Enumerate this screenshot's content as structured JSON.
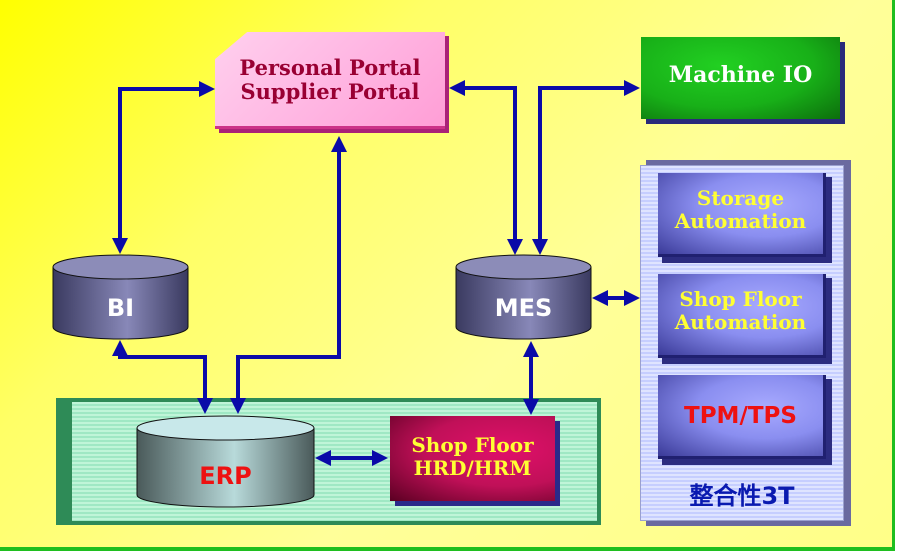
{
  "diagram": {
    "portal": {
      "line1": "Personal Portal",
      "line2": "Supplier Portal"
    },
    "machine_io": {
      "label": "Machine IO"
    },
    "bi": {
      "label": "BI"
    },
    "mes": {
      "label": "MES"
    },
    "erp": {
      "label": "ERP"
    },
    "shop_floor_hrd": {
      "line1": "Shop Floor",
      "line2": "HRD/HRM"
    },
    "automation_panel": {
      "caption": "整合性3T",
      "items": [
        {
          "line1": "Storage",
          "line2": "Automation"
        },
        {
          "line1": "Shop Floor",
          "line2": "Automation"
        },
        {
          "line1": "TPM/TPS",
          "line2": ""
        }
      ]
    },
    "connections": [
      {
        "from": "portal",
        "to": "bi",
        "direction": "bidirectional"
      },
      {
        "from": "erp",
        "to": "portal",
        "direction": "to-portal"
      },
      {
        "from": "portal",
        "to": "mes",
        "direction": "bidirectional"
      },
      {
        "from": "mes",
        "to": "machine_io",
        "direction": "bidirectional"
      },
      {
        "from": "mes",
        "to": "automation_panel",
        "direction": "bidirectional"
      },
      {
        "from": "bi",
        "to": "erp",
        "direction": "bidirectional"
      },
      {
        "from": "mes",
        "to": "shop_floor_hrd",
        "direction": "bidirectional"
      },
      {
        "from": "erp",
        "to": "shop_floor_hrd",
        "direction": "bidirectional"
      }
    ],
    "colors": {
      "arrow": "#0a0aa8",
      "portal_text": "#990033",
      "highlight_text": "#ffff33",
      "erp_text": "#ee1111",
      "tpm_text": "#ee1111",
      "caption_text": "#0a1ab0"
    }
  }
}
